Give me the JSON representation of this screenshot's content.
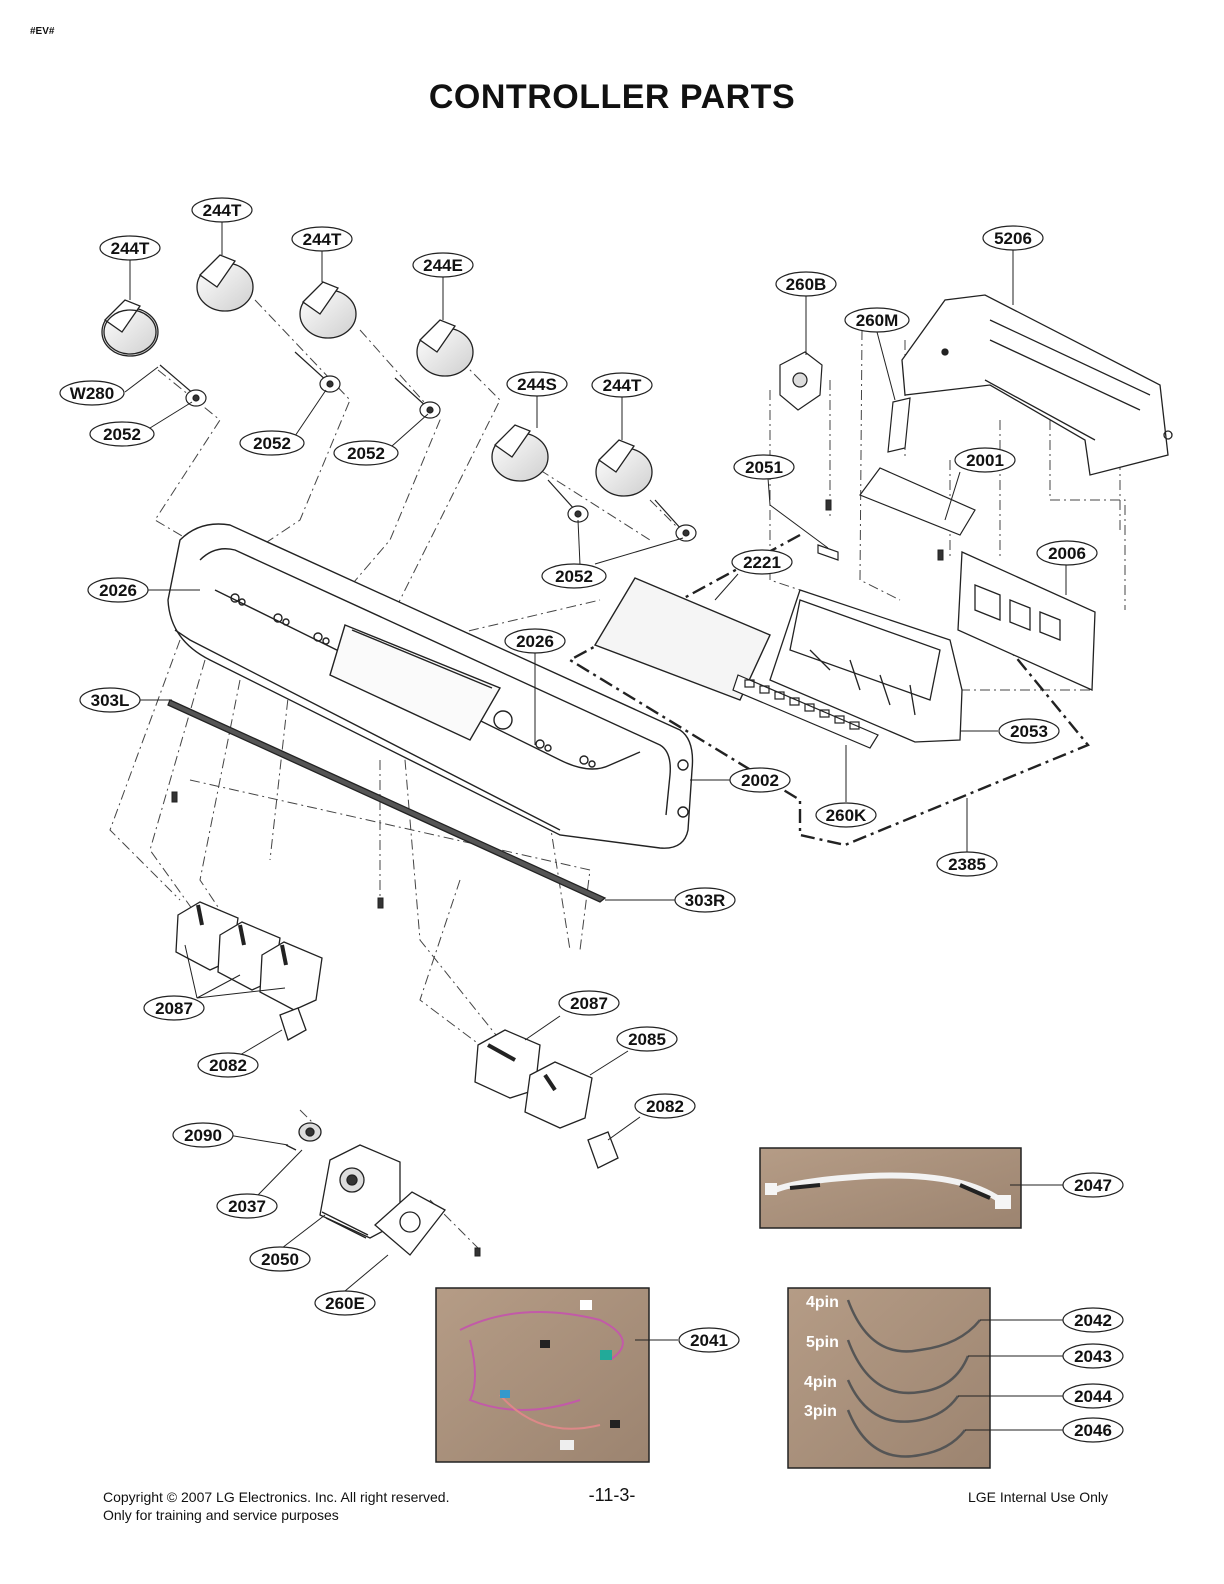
{
  "header": {
    "tag": "#EV#",
    "title": "CONTROLLER PARTS"
  },
  "callouts": [
    {
      "id": "c1",
      "label": "244T"
    },
    {
      "id": "c2",
      "label": "244T"
    },
    {
      "id": "c3",
      "label": "244T"
    },
    {
      "id": "c4",
      "label": "244E"
    },
    {
      "id": "c5",
      "label": "244S"
    },
    {
      "id": "c6",
      "label": "244T"
    },
    {
      "id": "c7",
      "label": "W280"
    },
    {
      "id": "c8",
      "label": "2052"
    },
    {
      "id": "c9",
      "label": "2052"
    },
    {
      "id": "c10",
      "label": "2052"
    },
    {
      "id": "c11",
      "label": "2052"
    },
    {
      "id": "c12",
      "label": "5206"
    },
    {
      "id": "c13",
      "label": "260B"
    },
    {
      "id": "c14",
      "label": "260M"
    },
    {
      "id": "c15",
      "label": "2051"
    },
    {
      "id": "c16",
      "label": "2001"
    },
    {
      "id": "c17",
      "label": "2006"
    },
    {
      "id": "c18",
      "label": "2221"
    },
    {
      "id": "c19",
      "label": "2026"
    },
    {
      "id": "c20",
      "label": "2026"
    },
    {
      "id": "c21",
      "label": "303L"
    },
    {
      "id": "c22",
      "label": "2053"
    },
    {
      "id": "c23",
      "label": "2002"
    },
    {
      "id": "c24",
      "label": "260K"
    },
    {
      "id": "c25",
      "label": "2385"
    },
    {
      "id": "c26",
      "label": "303R"
    },
    {
      "id": "c27",
      "label": "2087"
    },
    {
      "id": "c28",
      "label": "2087"
    },
    {
      "id": "c29",
      "label": "2085"
    },
    {
      "id": "c30",
      "label": "2082"
    },
    {
      "id": "c31",
      "label": "2082"
    },
    {
      "id": "c32",
      "label": "2090"
    },
    {
      "id": "c33",
      "label": "2037"
    },
    {
      "id": "c34",
      "label": "2050"
    },
    {
      "id": "c35",
      "label": "260E"
    },
    {
      "id": "c36",
      "label": "2047"
    },
    {
      "id": "c37",
      "label": "2041"
    },
    {
      "id": "c38",
      "label": "2042"
    },
    {
      "id": "c39",
      "label": "2043"
    },
    {
      "id": "c40",
      "label": "2044"
    },
    {
      "id": "c41",
      "label": "2046"
    }
  ],
  "harness_pins": {
    "pin_a": "4pin",
    "pin_b": "5pin",
    "pin_c": "4pin",
    "pin_d": "3pin"
  },
  "footer": {
    "copyright": "Copyright © 2007 LG Electronics. Inc. All right reserved.",
    "training": "Only for training and service purposes",
    "page_number": "-11-3-",
    "internal": "LGE Internal Use Only"
  }
}
